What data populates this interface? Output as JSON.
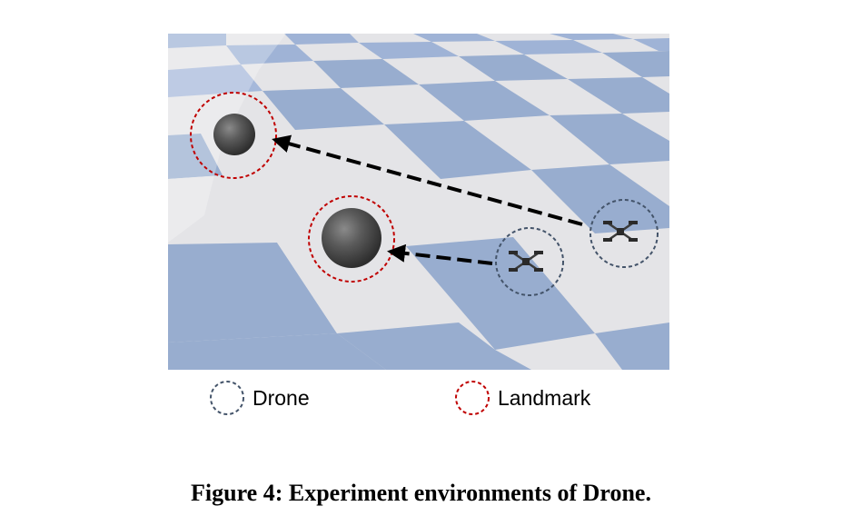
{
  "figure": {
    "caption": "Figure 4: Experiment environments of Drone.",
    "scene": {
      "floor_colors": {
        "light": "#e4e4e7",
        "dark": "#98adcf"
      },
      "landmark_marker_color": "#c00000",
      "drone_marker_color": "#44546a",
      "path_color": "#000000",
      "landmark_count": 2,
      "drone_count": 2
    },
    "legend": {
      "drone_label": "Drone",
      "landmark_label": "Landmark"
    }
  }
}
